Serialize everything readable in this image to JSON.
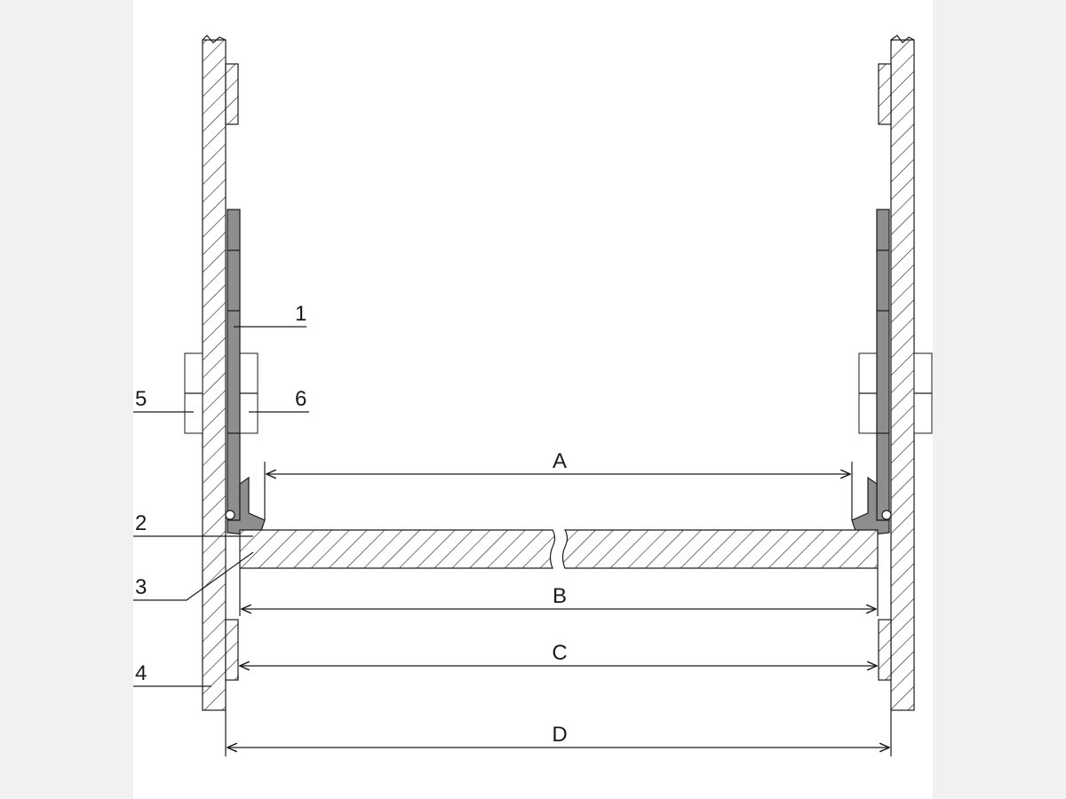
{
  "callouts": {
    "c1": "1",
    "c2": "2",
    "c3": "3",
    "c4": "4",
    "c5": "5",
    "c6": "6"
  },
  "dimensions": {
    "a": "A",
    "b": "B",
    "c": "C",
    "d": "D"
  },
  "colors": {
    "background": "#f1f1f1",
    "panel": "#ffffff",
    "gray_part": "#8e8e8e",
    "line": "#1a1a1a"
  }
}
